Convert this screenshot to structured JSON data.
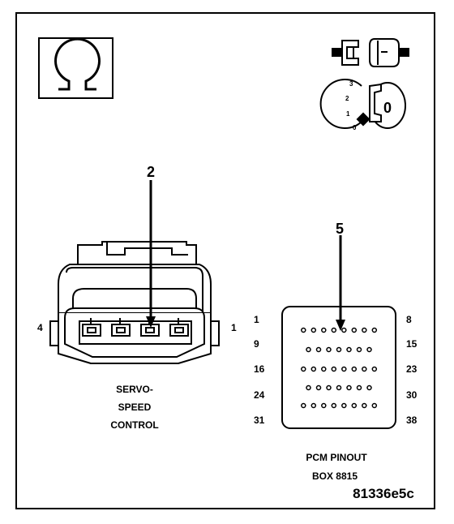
{
  "meter_symbol": "Ω",
  "ignition": {
    "positions": [
      "3",
      "2",
      "1",
      "0"
    ],
    "key_label": "0"
  },
  "connector": {
    "callout": "2",
    "pin_left": "4",
    "pin_right": "1",
    "name_lines": [
      "SERVO-",
      "SPEED",
      "CONTROL"
    ]
  },
  "pcm": {
    "callout": "5",
    "left_pins": [
      "1",
      "9",
      "16",
      "24",
      "31"
    ],
    "right_pins": [
      "8",
      "15",
      "23",
      "30",
      "38"
    ],
    "title_lines": [
      "PCM PINOUT",
      "BOX 8815"
    ],
    "row_counts": [
      8,
      7,
      8,
      7,
      8
    ]
  },
  "figure_id": "81336e5c"
}
